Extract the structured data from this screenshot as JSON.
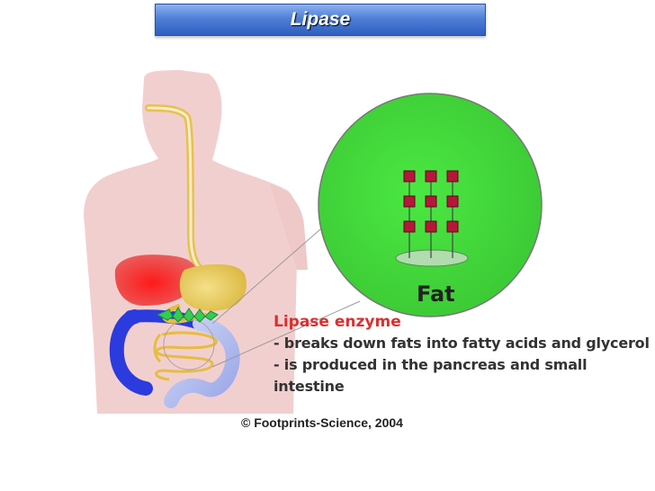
{
  "title": "Lipase",
  "diagram": {
    "molecule_label": "Fat",
    "caption": {
      "heading": "Lipase enzyme",
      "lines": [
        "- breaks down fats into fatty acids and glycerol",
        "- is produced in the pancreas and small intestine"
      ]
    },
    "copyright": "© Footprints-Science, 2004",
    "colors": {
      "zoom_circle": "#44dd3a",
      "fatty_acid": "#b5173a",
      "glycerol": "#b0dcae",
      "enzyme": "#33cc55",
      "liver": "#ee2a2a",
      "stomach": "#e8c94a",
      "large_intestine": "#2b3bdd",
      "small_intestine": "#e6bd40",
      "body_silhouette": "#f2cfcf"
    }
  }
}
